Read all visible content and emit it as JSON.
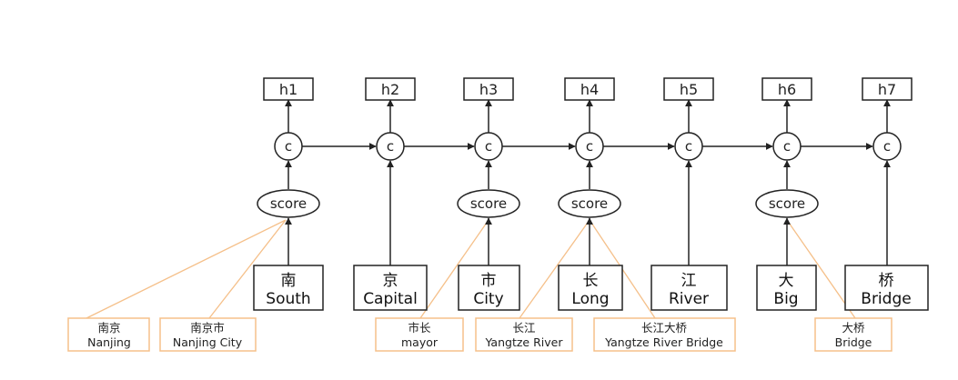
{
  "hidden_states": [
    "h1",
    "h2",
    "h3",
    "h4",
    "h5",
    "h6",
    "h7"
  ],
  "cell_label": "c",
  "score_label": "score",
  "words": [
    {
      "zh": "南",
      "en": "South"
    },
    {
      "zh": "京",
      "en": "Capital"
    },
    {
      "zh": "市",
      "en": "City"
    },
    {
      "zh": "长",
      "en": "Long"
    },
    {
      "zh": "江",
      "en": "River"
    },
    {
      "zh": "大",
      "en": "Big"
    },
    {
      "zh": "桥",
      "en": "Bridge"
    }
  ],
  "lexicon_matches": [
    {
      "zh": "南京",
      "en": "Nanjing"
    },
    {
      "zh": "南京市",
      "en": "Nanjing City"
    },
    {
      "zh": "市长",
      "en": "mayor"
    },
    {
      "zh": "长江",
      "en": "Yangtze River"
    },
    {
      "zh": "长江大桥",
      "en": "Yangtze River Bridge"
    },
    {
      "zh": "大桥",
      "en": "Bridge"
    }
  ],
  "colors": {
    "line": "#222222",
    "lexicon_border": "#f5c08a",
    "lexicon_line": "#f5c08a"
  }
}
